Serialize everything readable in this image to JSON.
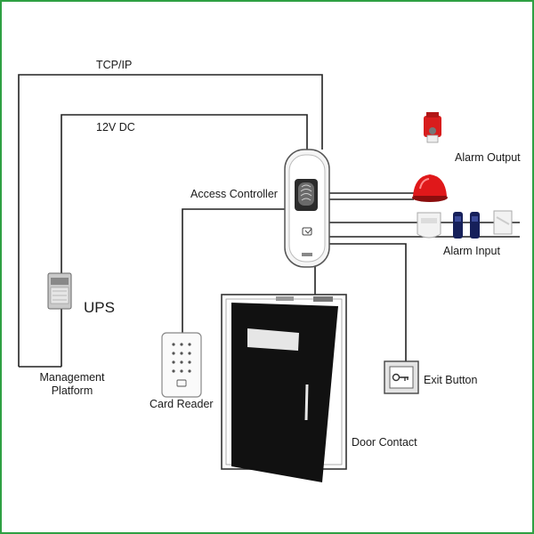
{
  "labels": {
    "tcp_ip": "TCP/IP",
    "dc_12v": "12V DC",
    "access_controller": "Access Controller",
    "alarm_output": "Alarm Output",
    "alarm_input": "Alarm Input",
    "ups": "UPS",
    "management_platform_line1": "Management",
    "management_platform_line2": "Platform",
    "card_reader": "Card Reader",
    "exit_button": "Exit Button",
    "door_contact": "Door Contact"
  },
  "colors": {
    "frame_border": "#2ea043",
    "wire": "#222222",
    "alarm_red": "#d81d1d",
    "detector_blue": "#16205a",
    "door_panel": "#111111"
  },
  "icons": {
    "access_controller": "fingerprint-reader-icon",
    "siren": "strobe-siren-icon",
    "beacon": "warning-beacon-icon",
    "pir": "pir-detector-icon",
    "beam": "beam-detector-icon",
    "smoke": "smoke-detector-icon",
    "ups": "ups-icon",
    "card_reader": "keypad-card-reader-icon",
    "exit_button": "exit-button-icon",
    "door": "door-icon"
  }
}
